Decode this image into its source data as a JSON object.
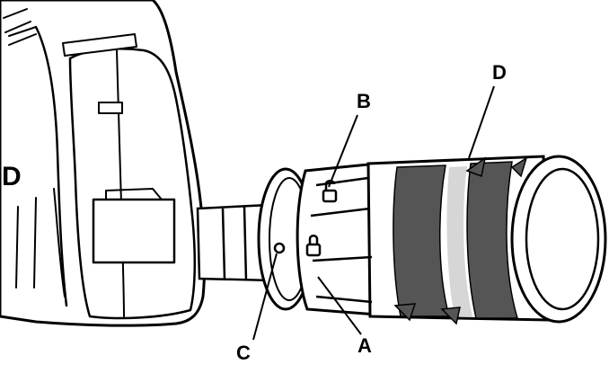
{
  "diagram": {
    "callouts": {
      "a": "A",
      "b": "B",
      "c": "C",
      "d": "D"
    },
    "colors": {
      "ink": "#000000",
      "paper": "#ffffff",
      "dark_band": "#555555",
      "mid_gray": "#8a8a8a",
      "light_gray": "#d6d6d6"
    },
    "icon_names": [
      "lock-icon",
      "unlock-icon",
      "rotation-arrow-icon"
    ]
  }
}
